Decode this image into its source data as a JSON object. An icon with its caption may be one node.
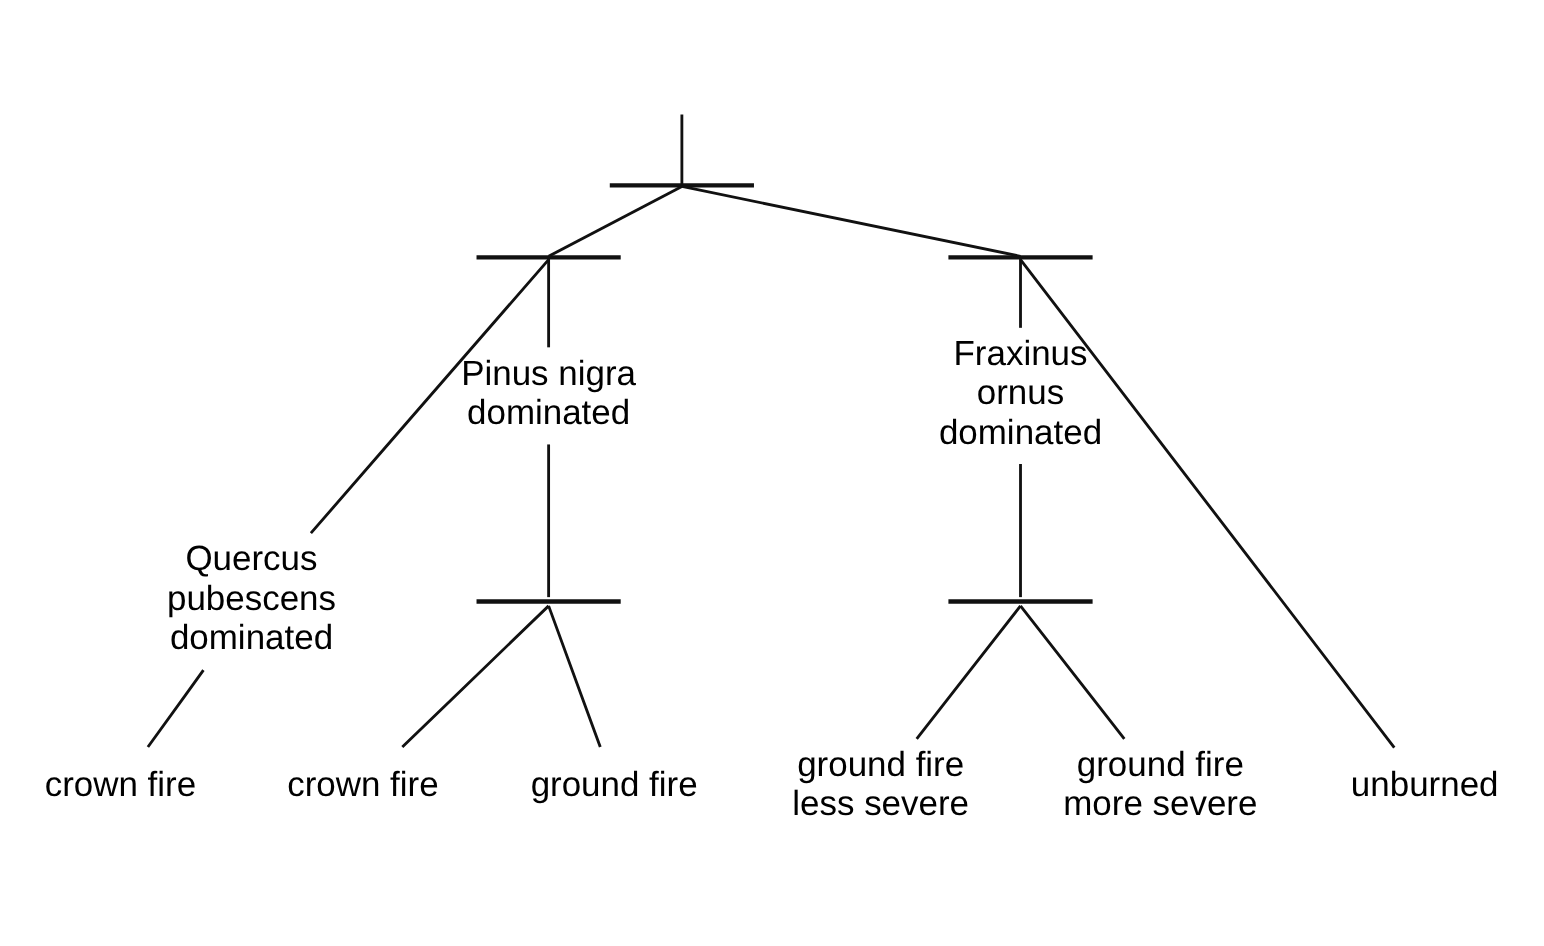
{
  "diagram": {
    "nodes": [
      {
        "text": [],
        "shape": "bar"
      },
      {
        "text": [],
        "shape": "bar"
      },
      {
        "text": [],
        "shape": "bar"
      },
      {
        "text": [
          "Quercus pubescens dominated"
        ]
      },
      {
        "text": [
          "Pinus nigra dominated"
        ]
      },
      {
        "text": [
          "Fraxinus ornus dominated"
        ]
      },
      {
        "text": [],
        "shape": "bar"
      },
      {
        "text": [],
        "shape": "bar"
      },
      {
        "text": [
          "crown fire"
        ]
      },
      {
        "text": [
          "crown fire"
        ]
      },
      {
        "text": [
          "ground fire"
        ]
      },
      {
        "text": [
          "ground fire less severe"
        ]
      },
      {
        "text": [
          "ground fire more severe"
        ]
      },
      {
        "text": [
          "unburned"
        ]
      }
    ],
    "edges": [
      {
        "from": null,
        "to": 0,
        "arrow": "none"
      },
      {
        "from": 0,
        "to": 1,
        "arrow": "none"
      },
      {
        "from": 0,
        "to": 2,
        "arrow": "none"
      },
      {
        "from": 1,
        "to": 3,
        "arrow": "none"
      },
      {
        "from": 1,
        "to": 4,
        "arrow": "none"
      },
      {
        "from": 2,
        "to": 5,
        "arrow": "none"
      },
      {
        "from": 2,
        "to": 13,
        "arrow": "none"
      },
      {
        "from": 3,
        "to": 8,
        "arrow": "none"
      },
      {
        "from": 4,
        "to": 6,
        "arrow": "none"
      },
      {
        "from": 5,
        "to": 7,
        "arrow": "none"
      },
      {
        "from": 6,
        "to": 9,
        "arrow": "none"
      },
      {
        "from": 6,
        "to": 10,
        "arrow": "none"
      },
      {
        "from": 7,
        "to": 11,
        "arrow": "none"
      },
      {
        "from": 7,
        "to": 12,
        "arrow": "none"
      }
    ]
  }
}
